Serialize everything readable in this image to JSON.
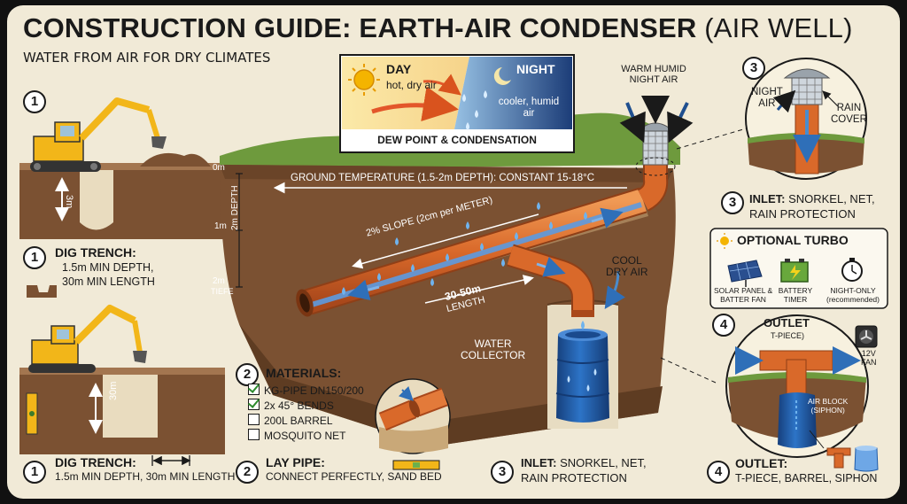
{
  "title": {
    "bold": "CONSTRUCTION GUIDE: EARTH-AIR CONDENSER",
    "light": "(AIR WELL)"
  },
  "subtitle": "WATER FROM AIR FOR DRY CLIMATES",
  "day_night": {
    "day_title": "DAY",
    "day_text": "hot, dry air",
    "night_title": "NIGHT",
    "night_text_1": "cooler, humid",
    "night_text_2": "air",
    "caption": "DEW POINT & CONDENSATION"
  },
  "cross_section": {
    "warm_air_1": "WARM HUMID",
    "warm_air_2": "NIGHT AIR",
    "ground_temp": "GROUND TEMPERATURE (1.5-2m DEPTH): CONSTANT 15-18°C",
    "slope": "2% SLOPE (2cm per METER)",
    "length_1": "30-50m",
    "length_2": "LENGTH",
    "cool_1": "COOL",
    "cool_2": "DRY AIR",
    "collector_1": "WATER",
    "collector_2": "COLLECTOR",
    "depth_axis": "2m DEPTH",
    "ticks": [
      "0m",
      "1m",
      "2m"
    ],
    "tiefe": "TIEFE"
  },
  "step1": {
    "number": "1",
    "depth_marker": "3m",
    "small_title": "DIG TRENCH:",
    "small_line1": "1.5m MIN DEPTH,",
    "small_line2": "30m MIN LENGTH",
    "depth_marker_2": "30m",
    "bottom_title": "DIG TRENCH:",
    "bottom_text": "1.5m MIN DEPTH, 30m MIN LENGTH"
  },
  "step2": {
    "number": "2",
    "materials_title": "MATERIALS:",
    "materials": [
      {
        "label": "KG-PIPE DN150/200",
        "checked": true
      },
      {
        "label": "2x 45° BENDS",
        "checked": true
      },
      {
        "label": "200L BARREL",
        "checked": false
      },
      {
        "label": "MOSQUITO NET",
        "checked": false
      }
    ],
    "bottom_title": "LAY PIPE:",
    "bottom_text": "CONNECT PERFECTLY, SAND BED"
  },
  "step3": {
    "number": "3",
    "night_air_1": "NIGHT",
    "night_air_2": "AIR",
    "rain_1": "RAIN",
    "rain_2": "COVER",
    "title": "INLET:",
    "title_rest": "SNORKEL, NET,",
    "line2": "RAIN PROTECTION",
    "bottom_title": "INLET:",
    "bottom_rest": "SNORKEL, NET,",
    "bottom_line2": "RAIN PROTECTION"
  },
  "turbo": {
    "title": "OPTIONAL TURBO",
    "items": [
      {
        "l1": "SOLAR PANEL &",
        "l2": "BATTER FAN"
      },
      {
        "l1": "BATTERY",
        "l2": "TIMER"
      },
      {
        "l1": "NIGHT-ONLY",
        "l2": "(recommended)"
      }
    ]
  },
  "step4": {
    "number": "4",
    "outlet_title": "OUTLET",
    "outlet_sub": "T-PIECE)",
    "fan_1": "12V",
    "fan_2": "FAN",
    "airblock_1": "AIR BLOCK",
    "airblock_2": "(SIPHON)",
    "bottom_title": "OUTLET:",
    "bottom_text": "T-PIECE, BARREL, SIPHON"
  },
  "colors": {
    "pipe": "#d9692a",
    "water": "#2f6fb8",
    "soil": "#7b5132",
    "grass": "#6e9a3d",
    "barrel": "#1f5ba8"
  }
}
